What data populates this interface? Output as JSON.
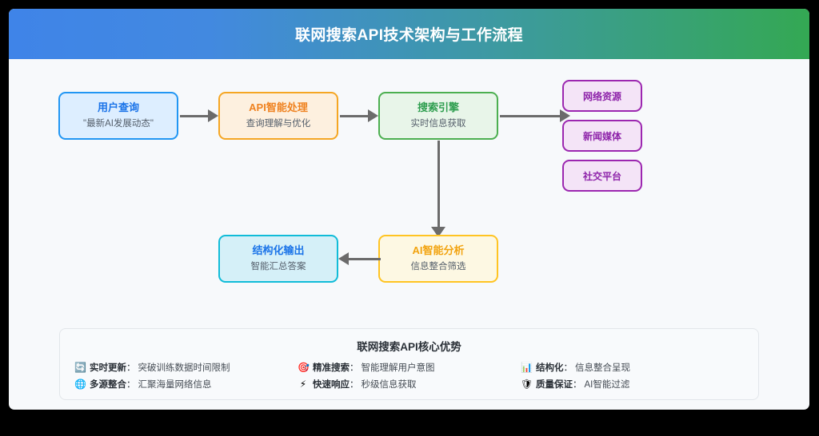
{
  "header": {
    "title": "联网搜索API技术架构与工作流程"
  },
  "flow": {
    "nodes": [
      {
        "id": "user-query",
        "title": "用户查询",
        "subtitle": "\"最新AI发展动态\""
      },
      {
        "id": "api-processing",
        "title": "API智能处理",
        "subtitle": "查询理解与优化"
      },
      {
        "id": "search-engine",
        "title": "搜索引擎",
        "subtitle": "实时信息获取"
      },
      {
        "id": "ai-analysis",
        "title": "AI智能分析",
        "subtitle": "信息整合筛选"
      },
      {
        "id": "structured-output",
        "title": "结构化输出",
        "subtitle": "智能汇总答案"
      }
    ],
    "sources": [
      {
        "id": "web-resources",
        "label": "网络资源"
      },
      {
        "id": "news-media",
        "label": "新闻媒体"
      },
      {
        "id": "social-platform",
        "label": "社交平台"
      }
    ]
  },
  "panel": {
    "title": "联网搜索API核心优势",
    "items": [
      {
        "icon": "🔄",
        "icon_name": "refresh-icon",
        "label": "实时更新",
        "sep": "：",
        "desc": "突破训练数据时间限制"
      },
      {
        "icon": "🎯",
        "icon_name": "target-icon",
        "label": "精准搜索",
        "sep": "：",
        "desc": "智能理解用户意图"
      },
      {
        "icon": "📊",
        "icon_name": "bar-chart-icon",
        "label": "结构化",
        "sep": "：",
        "desc": "信息整合呈现"
      },
      {
        "icon": "🌐",
        "icon_name": "globe-icon",
        "label": "多源整合",
        "sep": "：",
        "desc": "汇聚海量网络信息"
      },
      {
        "icon": "⚡",
        "icon_name": "lightning-icon",
        "label": "快速响应",
        "sep": "：",
        "desc": "秒级信息获取"
      },
      {
        "icon": "🛡",
        "icon_name": "shield-icon",
        "label": "质量保证",
        "sep": "：",
        "desc": "AI智能过滤"
      }
    ]
  },
  "colors": {
    "header_start": "#3f84e8",
    "header_end": "#34a853",
    "canvas_bg": "#f7f9fb",
    "blue_accent": "#2196f3",
    "orange_accent": "#f5a623",
    "green_accent": "#4caf50",
    "yellow_accent": "#ffc423",
    "cyan_accent": "#11bcd8",
    "purple_accent": "#9c27b0",
    "connector": "#6b6b6b"
  }
}
